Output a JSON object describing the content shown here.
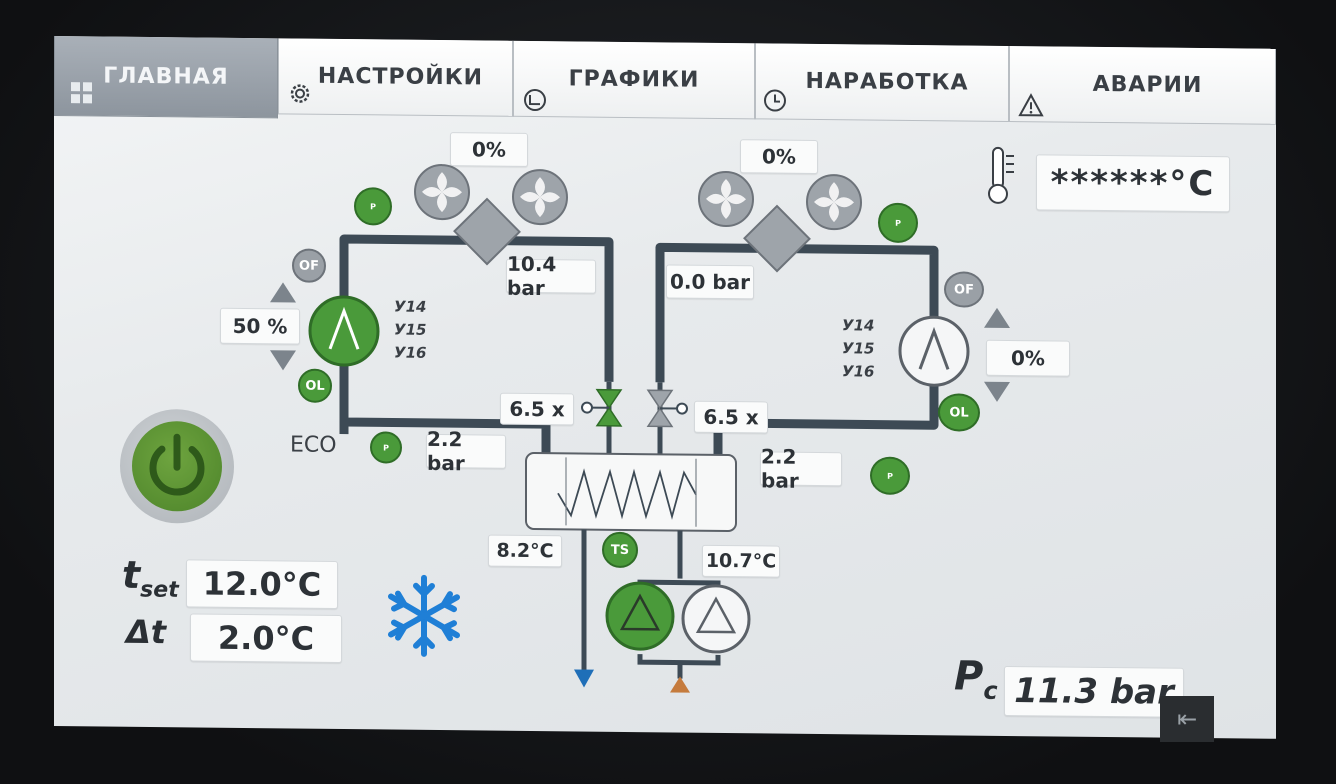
{
  "tabs": [
    {
      "label": "ГЛАВНАЯ",
      "icon": "grid-icon",
      "active": true
    },
    {
      "label": "НАСТРОЙКИ",
      "icon": "gear-icon",
      "active": false
    },
    {
      "label": "ГРАФИКИ",
      "icon": "chart-icon",
      "active": false
    },
    {
      "label": "НАРАБОТКА",
      "icon": "clock-icon",
      "active": false
    },
    {
      "label": "АВАРИИ",
      "icon": "warning-icon",
      "active": false
    }
  ],
  "circuit1": {
    "fan_percent": "0%",
    "discharge_pressure": "10.4 bar",
    "compressor_capacity": "50 %",
    "valves": [
      "У14",
      "У15",
      "У16"
    ],
    "valve_opening": "6.5 x",
    "suction_pressure": "2.2 bar",
    "mode": "ECO",
    "indicators": {
      "pressure_high": "P",
      "overflow": "OF",
      "overload": "OL",
      "pressure_low": "P"
    }
  },
  "circuit2": {
    "fan_percent": "0%",
    "discharge_pressure": "0.0 bar",
    "compressor_capacity": "0%",
    "valves": [
      "У14",
      "У15",
      "У16"
    ],
    "valve_opening": "6.5 x",
    "suction_pressure": "2.2 bar",
    "indicators": {
      "pressure_high": "P",
      "overflow": "OF",
      "overload": "OL",
      "pressure_low": "P"
    }
  },
  "ambient": {
    "value": "******°C",
    "icon": "thermometer-icon"
  },
  "evaporator": {
    "outlet_temp": "8.2°C",
    "inlet_temp": "10.7°C",
    "sensor": "TS"
  },
  "settings": {
    "t_set_symbol": "t",
    "t_set_sub": "set",
    "t_set_value": "12.0°C",
    "delta_symbol": "Δt",
    "delta_value": "2.0°C",
    "mode_icon": "snowflake-icon"
  },
  "condensing": {
    "symbol": "P",
    "sub": "c",
    "value": "11.3 bar"
  },
  "colors": {
    "green": "#4a9a3a",
    "pipe": "#3d4a55",
    "gray": "#9aa0a6",
    "snowflake": "#1f7fd6"
  }
}
